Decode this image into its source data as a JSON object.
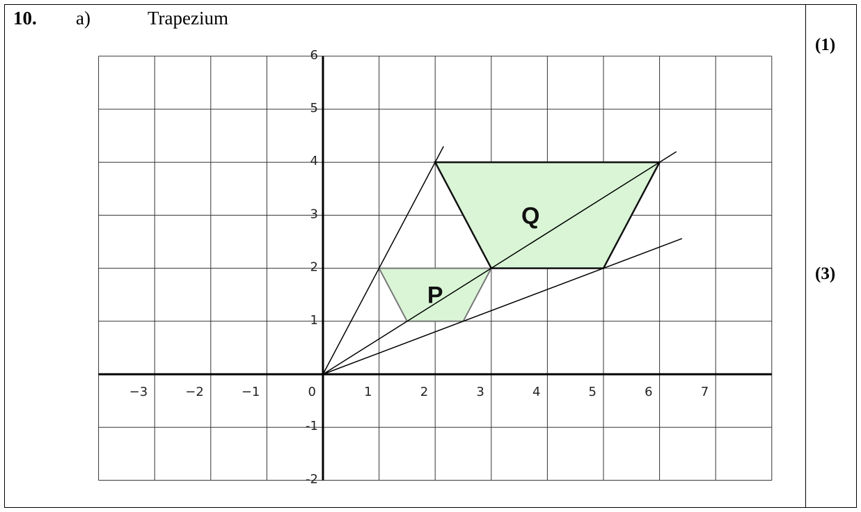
{
  "question": {
    "number": "10.",
    "part": "a)",
    "answer": "Trapezium"
  },
  "marks": {
    "part_a": "(1)",
    "part_b": "(3)"
  },
  "grid": {
    "x_range": [
      -4,
      8
    ],
    "y_range": [
      -2,
      6
    ],
    "x_tick_labels": [
      {
        "value": -3,
        "text": "−3"
      },
      {
        "value": -2,
        "text": "−2"
      },
      {
        "value": -1,
        "text": "−1"
      },
      {
        "value": 0,
        "text": "0"
      },
      {
        "value": 1,
        "text": "1"
      },
      {
        "value": 2,
        "text": "2"
      },
      {
        "value": 3,
        "text": "3"
      },
      {
        "value": 4,
        "text": "4"
      },
      {
        "value": 5,
        "text": "5"
      },
      {
        "value": 6,
        "text": "6"
      },
      {
        "value": 7,
        "text": "7"
      }
    ],
    "y_tick_labels": [
      {
        "value": 6,
        "text": "6"
      },
      {
        "value": 5,
        "text": "5"
      },
      {
        "value": 4,
        "text": "4"
      },
      {
        "value": 3,
        "text": "3"
      },
      {
        "value": 2,
        "text": "2"
      },
      {
        "value": 1,
        "text": "1"
      },
      {
        "value": -1,
        "text": "-1"
      },
      {
        "value": -2,
        "text": "-2"
      }
    ],
    "fill_color": "#d9f5d6"
  },
  "shapes": [
    {
      "label": "P",
      "vertices": [
        [
          1,
          2
        ],
        [
          3,
          2
        ],
        [
          2.5,
          1
        ],
        [
          1.5,
          1
        ]
      ],
      "label_at": [
        2,
        1.5
      ]
    },
    {
      "label": "Q",
      "vertices": [
        [
          2,
          4
        ],
        [
          6,
          4
        ],
        [
          5,
          2
        ],
        [
          3,
          2
        ]
      ],
      "label_at": [
        3.7,
        3
      ]
    }
  ],
  "rays": [
    {
      "from": [
        0,
        0
      ],
      "to": [
        2.15,
        4.3
      ]
    },
    {
      "from": [
        0,
        0
      ],
      "to": [
        6.3,
        4.2
      ]
    },
    {
      "from": [
        0,
        0
      ],
      "to": [
        6.4,
        2.56
      ]
    }
  ]
}
